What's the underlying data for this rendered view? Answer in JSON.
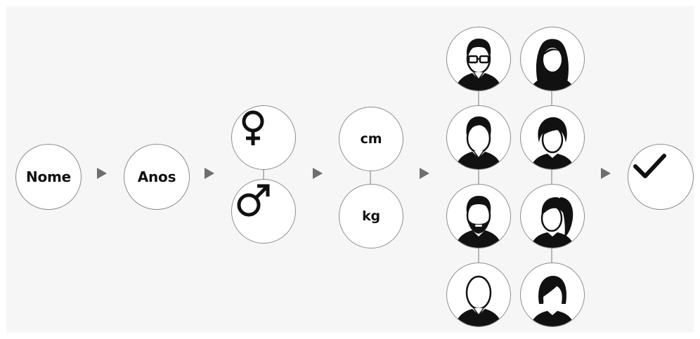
{
  "steps": {
    "name": {
      "label": "Nome"
    },
    "age": {
      "label": "Anos"
    },
    "gender": {
      "female_icon": "female-symbol",
      "male_icon": "male-symbol"
    },
    "measures": {
      "height_unit": "cm",
      "weight_unit": "kg"
    },
    "avatars": {
      "male": [
        "glasses-short-hair",
        "short-hair",
        "beard",
        "bald"
      ],
      "female": [
        "long-hair",
        "short-curly-hair",
        "ponytail",
        "bob-hair"
      ]
    },
    "done": {
      "icon": "check-mark"
    }
  },
  "colors": {
    "background": "#f6f6f6",
    "node_fill": "#ffffff",
    "node_border": "#8c8c8c",
    "arrow": "#6f6f6f",
    "glyph": "#111111"
  }
}
